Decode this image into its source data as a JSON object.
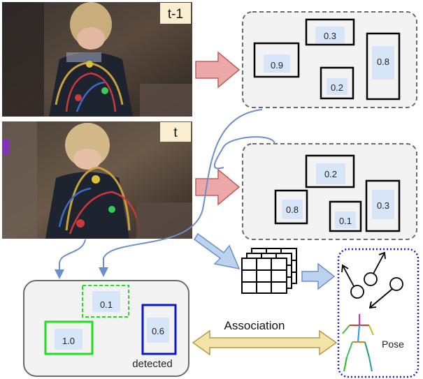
{
  "frames": {
    "prev_label": "t-1",
    "curr_label": "t"
  },
  "boxes": {
    "prev": [
      {
        "score": "0.9"
      },
      {
        "score": "0.3"
      },
      {
        "score": "0.2"
      },
      {
        "score": "0.8"
      }
    ],
    "curr": [
      {
        "score": "0.2"
      },
      {
        "score": "0.8"
      },
      {
        "score": "0.1"
      },
      {
        "score": "0.3"
      }
    ],
    "merged": [
      {
        "score": "0.1"
      },
      {
        "score": "1.0"
      },
      {
        "score": "0.6"
      }
    ]
  },
  "labels": {
    "detected": "detected",
    "association": "Association",
    "pose": "Pose"
  },
  "colors": {
    "panel_fill": "#f3f3f3",
    "panel_border": "#6b6b6b",
    "score_fill": "#d6e6f8",
    "red_arrow": "#eaa8a8",
    "blue_arrow": "#bcd2ee",
    "association_arrow": "#f3e3a8",
    "green_box": "#22dd22",
    "blue_box": "#0a17c8",
    "pose_border": "#1a1ad8"
  }
}
